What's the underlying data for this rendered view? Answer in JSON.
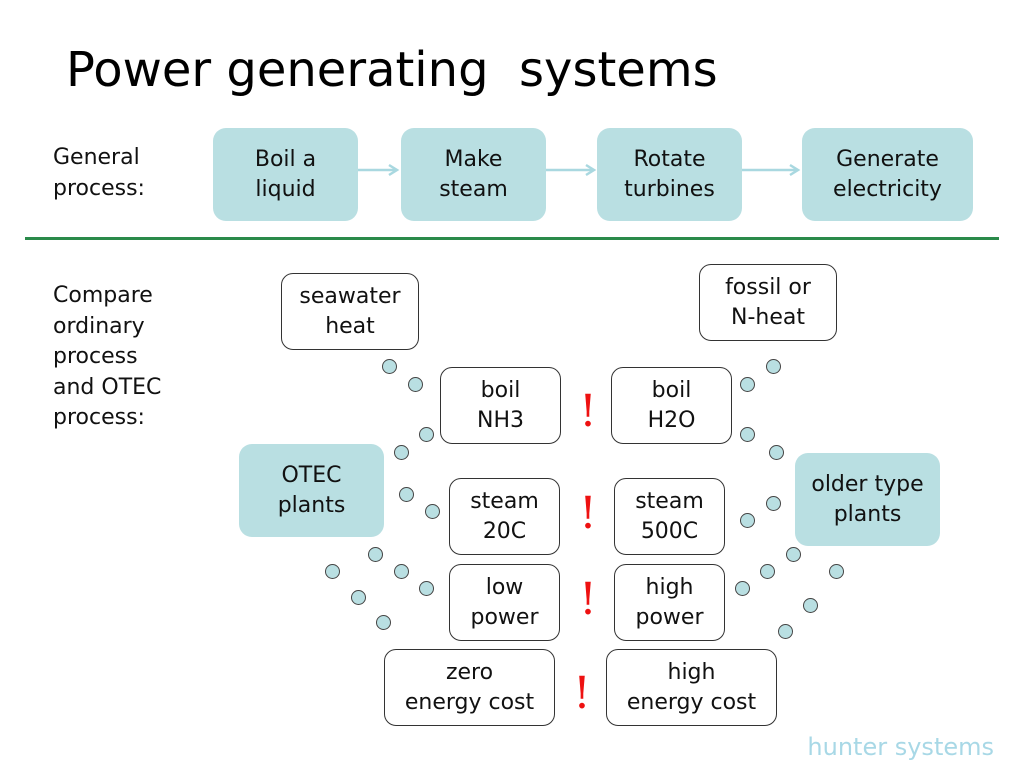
{
  "title": "Power generating  systems",
  "general_label": "General\nprocess:",
  "general_steps": [
    "Boil a\nliquid",
    "Make\nsteam",
    "Rotate\nturbines",
    "Generate\nelectricity"
  ],
  "compare_label": "Compare\nordinary\nprocess\nand OTEC\nprocess:",
  "otec_heat_source": "seawater\nheat",
  "ordinary_heat_source": "fossil or\nN-heat",
  "otec_group": "OTEC\nplants",
  "ordinary_group": "older type\nplants",
  "comparison_rows": [
    {
      "otec": "boil\nNH3",
      "ordinary": "boil\nH2O",
      "marker": "!"
    },
    {
      "otec": "steam\n20C",
      "ordinary": "steam\n500C",
      "marker": "!"
    },
    {
      "otec": "low\npower",
      "ordinary": "high\npower",
      "marker": "!"
    },
    {
      "otec": "zero\nenergy cost",
      "ordinary": "high\nenergy cost",
      "marker": "!"
    }
  ],
  "watermark": "hunter systems",
  "colors": {
    "box_fill": "#b9dfe2",
    "divider": "#2a8a4a",
    "marker": "#e11111",
    "arrow": "#a9d8e0",
    "watermark": "#a8d8e6"
  }
}
